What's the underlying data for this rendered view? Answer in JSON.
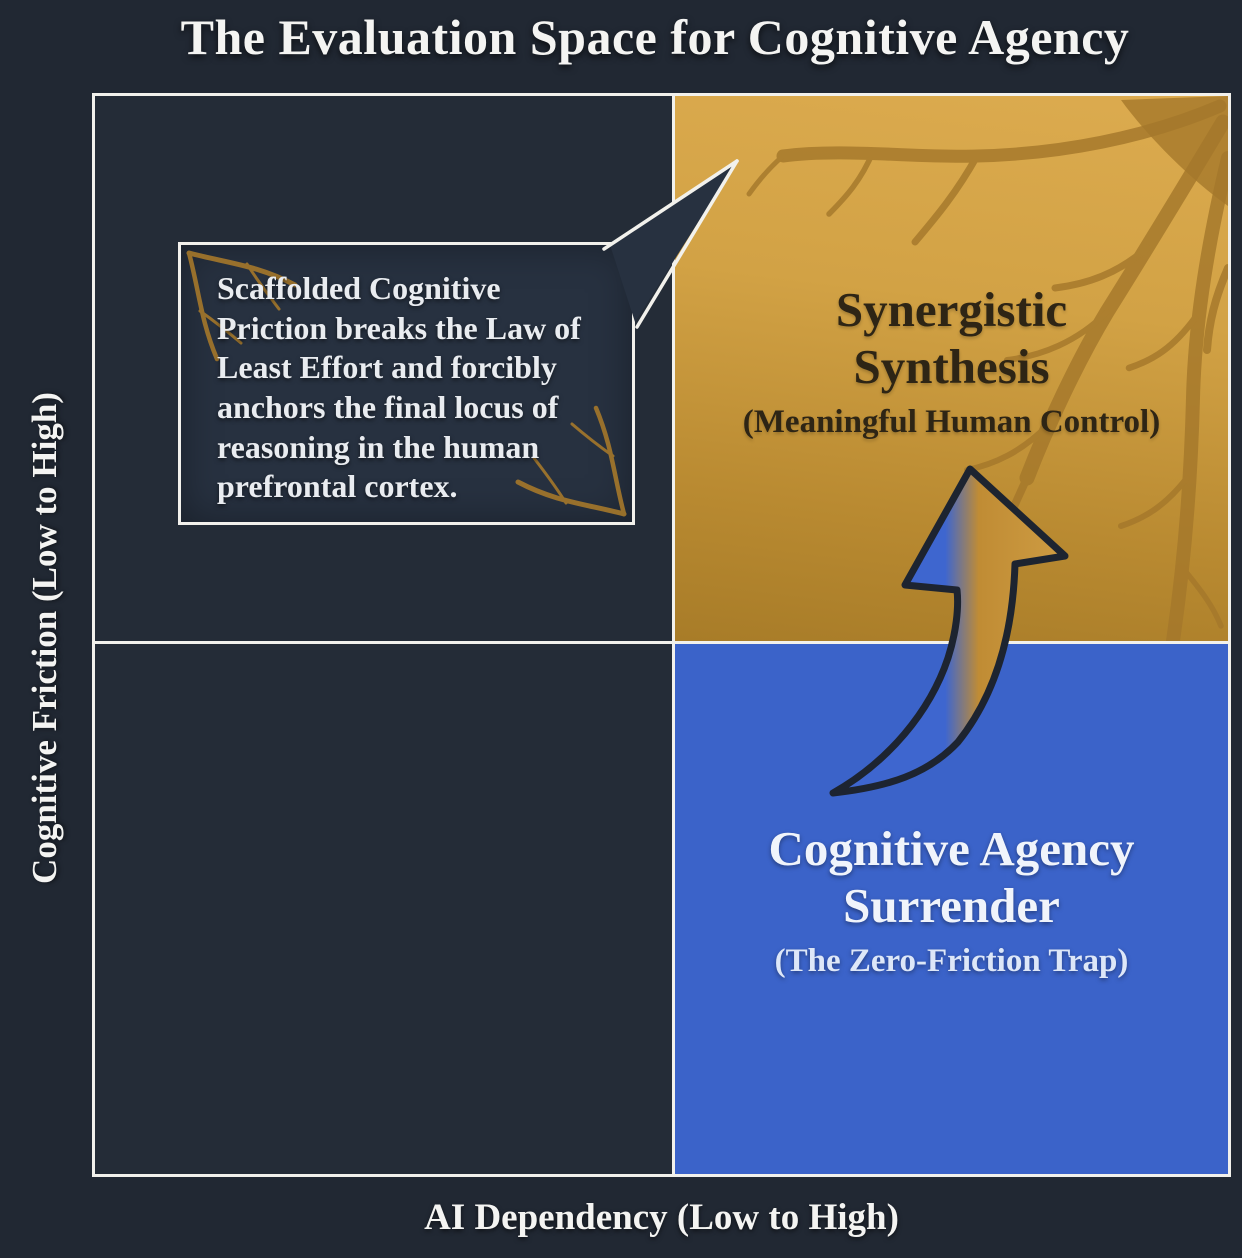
{
  "title": "The Evaluation Space for Cognitive Agency",
  "x_axis_label": "AI Dependency (Low to High)",
  "y_axis_label": "Cognitive Friction (Low to High)",
  "callout": {
    "lines": [
      "Scaffolded Cognitive",
      "Priction breaks the Law of",
      "Least Effort and forcibly",
      "anchors the final locus of",
      "reasoning in the human",
      "prefrontal cortex."
    ]
  },
  "quadrants": {
    "top_left": {
      "bg": "#242c37"
    },
    "bottom_left": {
      "bg": "#242c37"
    },
    "top_right": {
      "title_line1": "Synergistic",
      "title_line2": "Synthesis",
      "subtitle": "(Meaningful Human Control)",
      "bg_gradient": "linear-gradient(187deg, #dcab4f 0%, #d2a245 38%, #b98a31 75%, #a87c28 100%)"
    },
    "bottom_right": {
      "title_line1": "Cognitive Agency",
      "title_line2": "Surrender",
      "subtitle": "(The Zero-Friction Trap)",
      "bg": "#3b63c9"
    }
  },
  "colors": {
    "background": "#212833",
    "border": "#f2f1ec",
    "title_text": "#f4f4f2",
    "callout_bg": "#273140",
    "callout_text": "#e9ecf0",
    "gold_text_dark": "#2e2515",
    "blue_text_light": "#f0f4fb",
    "blue_subtext": "#dde7f8",
    "branch": "#a5782b",
    "arrow_blue": "#3e66cf",
    "arrow_gold": "#c08c34",
    "arrow_gold_light": "#cf9d44",
    "arrow_outline": "#1d2430"
  }
}
